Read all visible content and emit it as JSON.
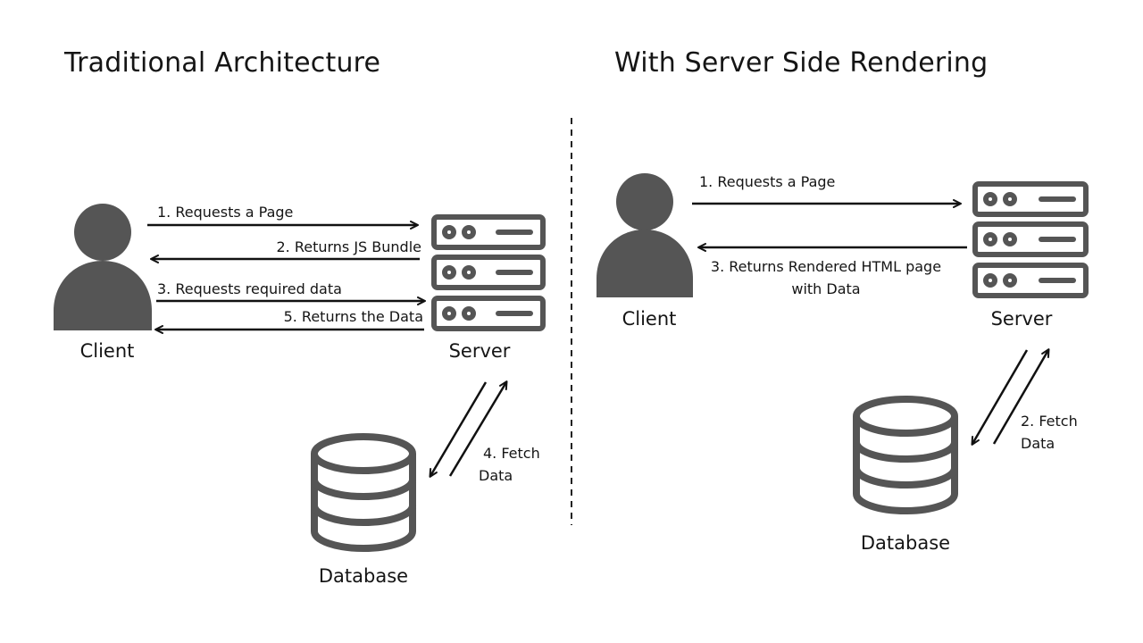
{
  "colors": {
    "icon": "#555555",
    "arrow": "#111111",
    "divider": "#222222",
    "background": "#ffffff"
  },
  "traditional": {
    "title": "Traditional Architecture",
    "client_label": "Client",
    "server_label": "Server",
    "database_label": "Database",
    "steps": {
      "requests_page": "1. Requests a Page",
      "returns_bundle": "2. Returns JS Bundle",
      "requests_data": "3. Requests required data",
      "fetch_data_line1": "4. Fetch",
      "fetch_data_line2": "Data",
      "returns_data": "5. Returns the Data"
    }
  },
  "ssr": {
    "title": "With Server Side Rendering",
    "client_label": "Client",
    "server_label": "Server",
    "database_label": "Database",
    "steps": {
      "requests_page": "1. Requests a Page",
      "fetch_data_line1": "2. Fetch",
      "fetch_data_line2": "Data",
      "returns_html_line1": "3. Returns Rendered HTML page",
      "returns_html_line2": "with Data"
    }
  },
  "icons": {
    "client": "user-icon",
    "server": "server-rack-icon",
    "database": "database-icon"
  }
}
